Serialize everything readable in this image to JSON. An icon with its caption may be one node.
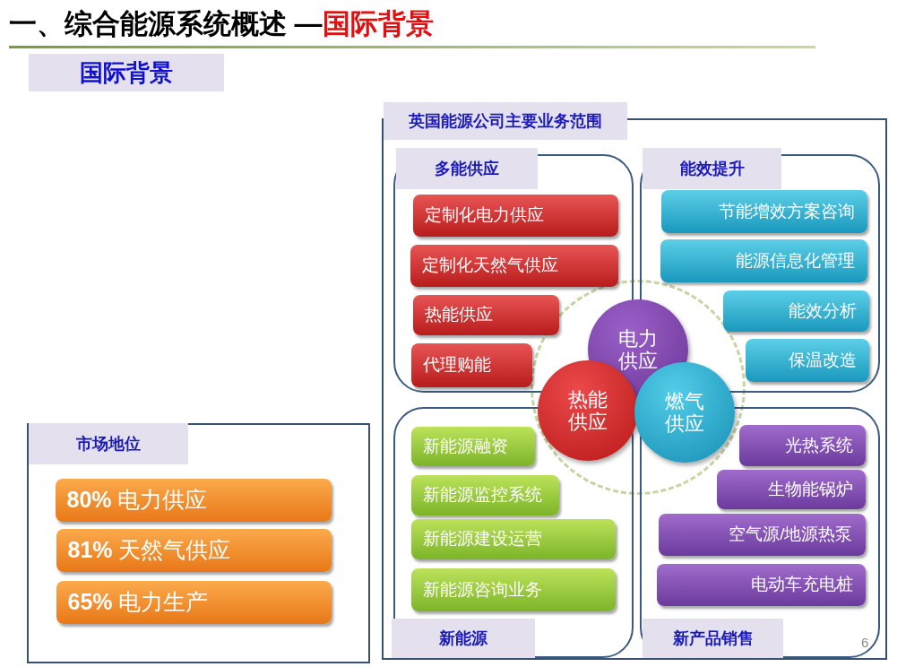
{
  "diagram": {
    "title": "一、综合能源系统概述 —",
    "nodes": [
      {
        "text": [
          "英国能源公司主要业务范围"
        ]
      },
      {
        "text": [
          "多能供应"
        ],
        "in": 0
      },
      {
        "text": [
          "定制化电力供应"
        ],
        "in": 1
      },
      {
        "text": [
          "定制化天然气供应"
        ],
        "in": 1
      },
      {
        "text": [
          "热能供应"
        ],
        "in": 1
      },
      {
        "text": [
          "代理购能"
        ],
        "in": 1
      },
      {
        "text": [
          "能效提升"
        ],
        "in": 0
      },
      {
        "text": [
          "节能增效方案咨询"
        ],
        "in": 6
      },
      {
        "text": [
          "能源信息化管理"
        ],
        "in": 6
      },
      {
        "text": [
          "能效分析"
        ],
        "in": 6
      },
      {
        "text": [
          "保温改造"
        ],
        "in": 6
      },
      {
        "text": [
          "新能源"
        ],
        "in": 0
      },
      {
        "text": [
          "新能源融资"
        ],
        "in": 11
      },
      {
        "text": [
          "新能源监控系统"
        ],
        "in": 11
      },
      {
        "text": [
          "新能源建设运营"
        ],
        "in": 11
      },
      {
        "text": [
          "新能源咨询业务"
        ],
        "in": 11
      },
      {
        "text": [
          "新产品销售"
        ],
        "in": 0
      },
      {
        "text": [
          "光热系统"
        ],
        "in": 16
      },
      {
        "text": [
          "生物能锅炉"
        ],
        "in": 16
      },
      {
        "text": [
          "空气源/地源热泵"
        ],
        "in": 16
      },
      {
        "text": [
          "电动车充电桩"
        ],
        "in": 16
      },
      {
        "text": [
          "电力供应"
        ],
        "in": 0
      },
      {
        "text": [
          "热能供应"
        ],
        "in": 0
      },
      {
        "text": [
          "燃气供应"
        ],
        "in": 0
      },
      {
        "text": [
          "市场地位"
        ]
      },
      {
        "text": [
          "**80%** 电力供应"
        ],
        "in": 24
      },
      {
        "text": [
          "**81%** 天然气供应"
        ],
        "in": 24
      },
      {
        "text": [
          "**65%** 电力生产"
        ],
        "in": 24
      }
    ],
    "labels": [
      "国际背景",
      "国际背景",
      "6"
    ]
  }
}
